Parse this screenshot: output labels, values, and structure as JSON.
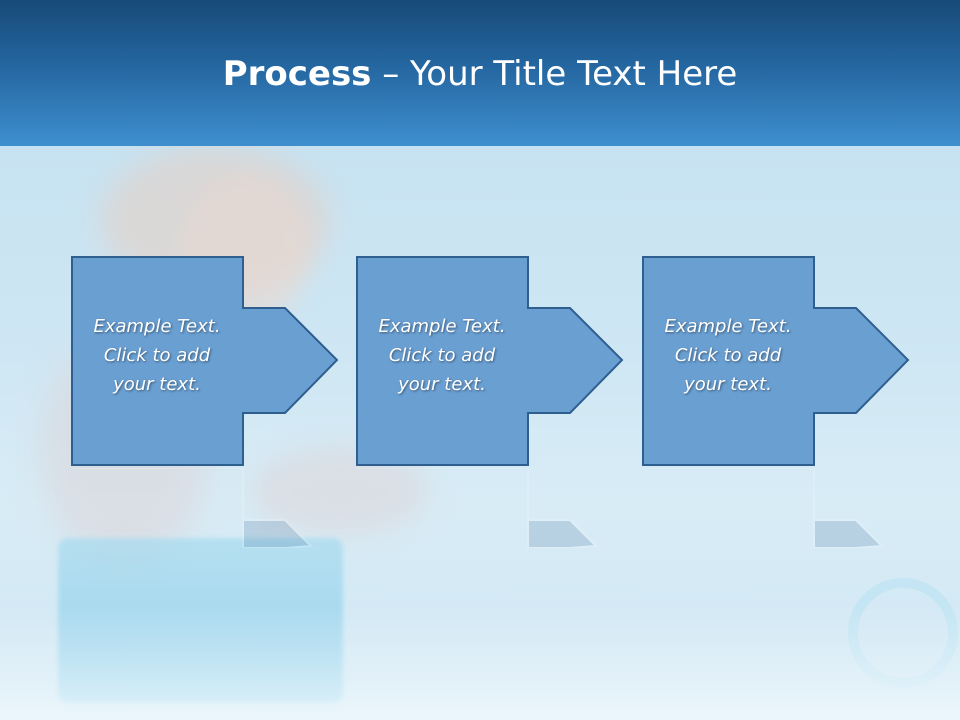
{
  "slide": {
    "title_bold": "Process",
    "title_rest": " – Your Title Text Here",
    "steps": [
      {
        "line1": "Example Text.",
        "line2": "Click  to add",
        "line3": "your text."
      },
      {
        "line1": "Example Text.",
        "line2": "Click  to add",
        "line3": "your text."
      },
      {
        "line1": "Example Text.",
        "line2": "Click  to add",
        "line3": "your text."
      }
    ]
  },
  "colors": {
    "header_top": "#174a78",
    "header_bottom": "#3f8fcf",
    "step_fill": "#6a9fd2",
    "step_stroke": "#2f5f8f",
    "text": "#ffffff"
  }
}
